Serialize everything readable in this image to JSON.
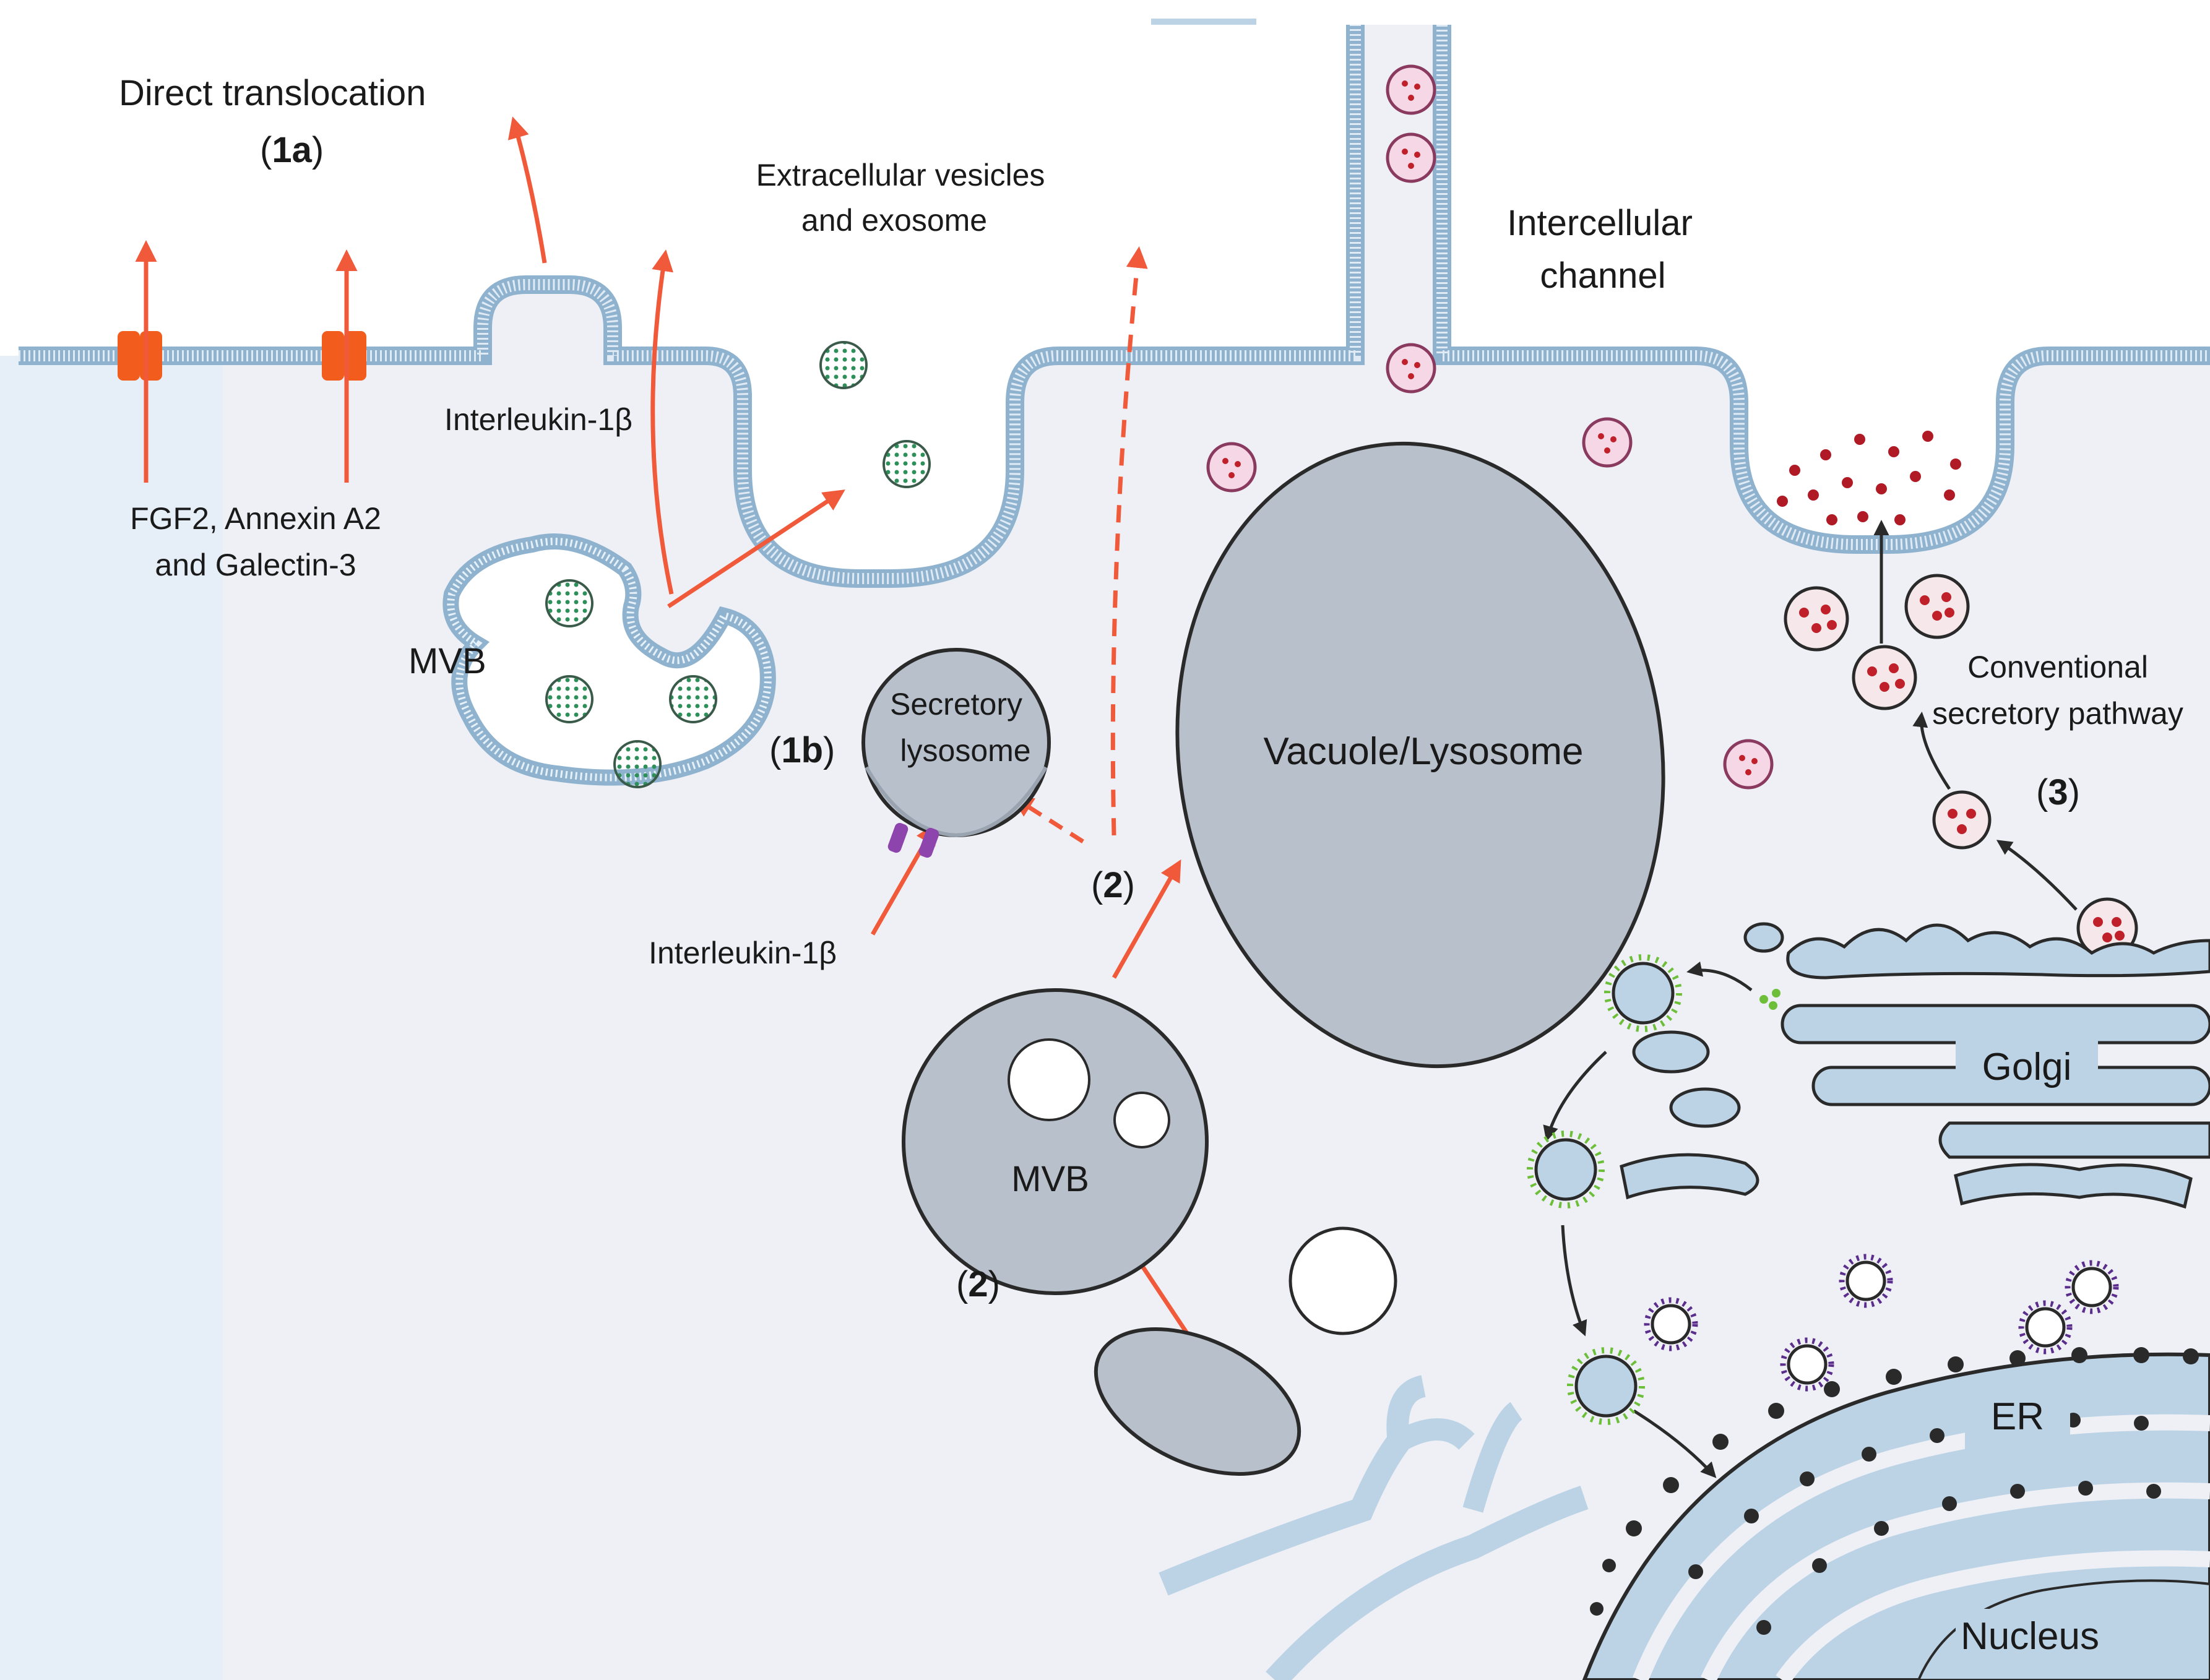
{
  "labels": {
    "direct_translocation": "Direct translocation",
    "label_1a_open": "(",
    "label_1a_num": "1a",
    "label_1a_close": ")",
    "extracellular_line1": "Extracellular vesicles",
    "extracellular_line2": "and exosome",
    "intercellular_line1": "Intercellular",
    "intercellular_line2": "channel",
    "interleukin_top": "Interleukin-1β",
    "fgf2_line1": "FGF2, Annexin A2",
    "fgf2_line2": "and Galectin-3",
    "mvb_top": "MVB",
    "secretory_line1": "Secretory",
    "secretory_line2": "lysosome",
    "label_1b_open": "(",
    "label_1b_num": "1b",
    "label_1b_close": ")",
    "interleukin_bottom": "Interleukin-1β",
    "label_2_upper_open": "(",
    "label_2_upper_num": "2",
    "label_2_upper_close": ")",
    "vacuole": "Vacuole/Lysosome",
    "mvb_bottom": "MVB",
    "label_2_lower_open": "(",
    "label_2_lower_num": "2",
    "label_2_lower_close": ")",
    "conventional_line1": "Conventional",
    "conventional_line2": "secretory pathway",
    "label_3_open": "(",
    "label_3_num": "3",
    "label_3_close": ")",
    "golgi": "Golgi",
    "er": "ER",
    "nucleus": "Nucleus"
  },
  "colors": {
    "cytoplasm": "#eef0f5",
    "membrane": "#bcd3e6",
    "membrane_edge": "#8fb3cf",
    "arrow_red": "#f05a3a",
    "transporter": "#f25c1c",
    "organelle_gray": "#b7c0cb",
    "green_vesicle": "#2f8f5a",
    "red_cargo": "#c0202a",
    "copii_green": "#6dbf3a",
    "copi_purple": "#5b2d8c"
  }
}
